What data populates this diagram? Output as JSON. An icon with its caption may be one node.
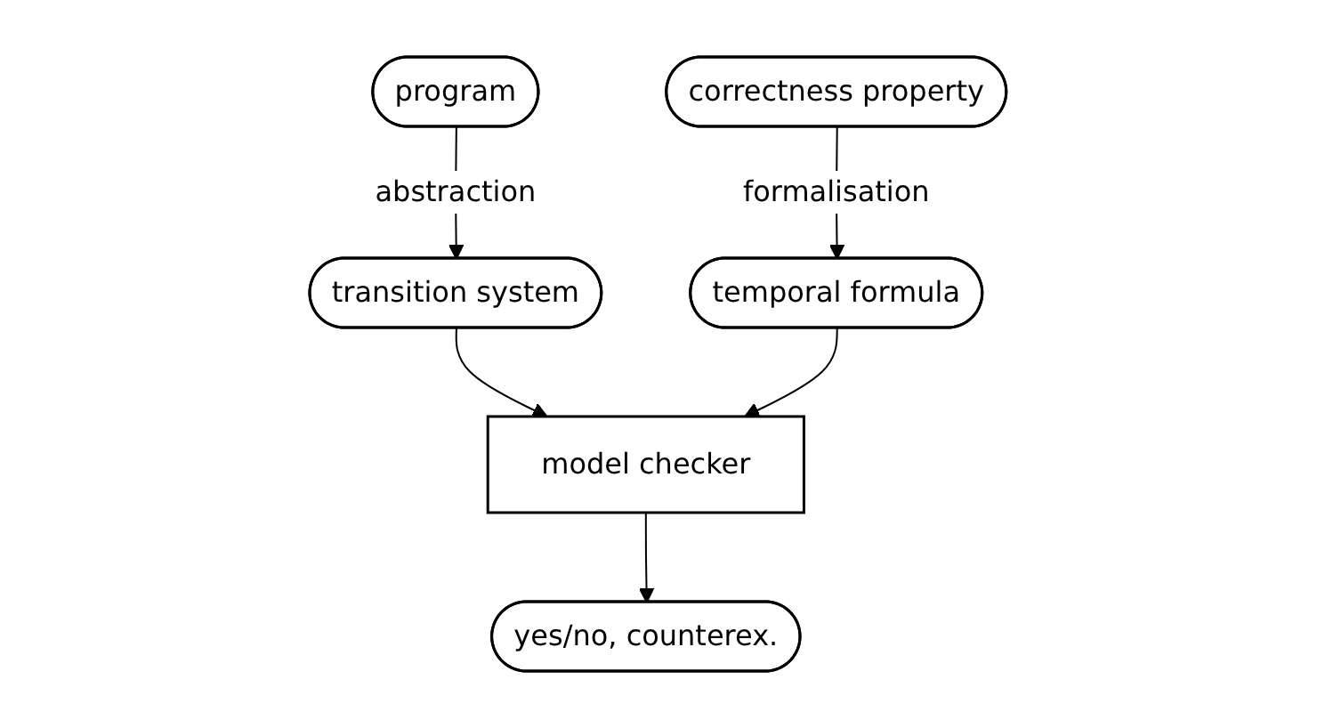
{
  "diagram": {
    "nodes": [
      {
        "text": [
          "program"
        ]
      },
      {
        "text": [
          "correctness property"
        ]
      },
      {
        "text": [
          "transition system"
        ]
      },
      {
        "text": [
          "temporal formula"
        ]
      },
      {
        "text": [
          "model checker"
        ]
      },
      {
        "text": [
          "yes/no, counterex."
        ]
      }
    ],
    "edges": [
      {
        "from": 0,
        "to": 2,
        "arrow": "to",
        "label": "abstraction"
      },
      {
        "from": 1,
        "to": 3,
        "arrow": "to",
        "label": "formalisation"
      },
      {
        "from": 2,
        "to": 4,
        "arrow": "to"
      },
      {
        "from": 3,
        "to": 4,
        "arrow": "to"
      },
      {
        "from": 4,
        "to": 5,
        "arrow": "to"
      }
    ]
  }
}
